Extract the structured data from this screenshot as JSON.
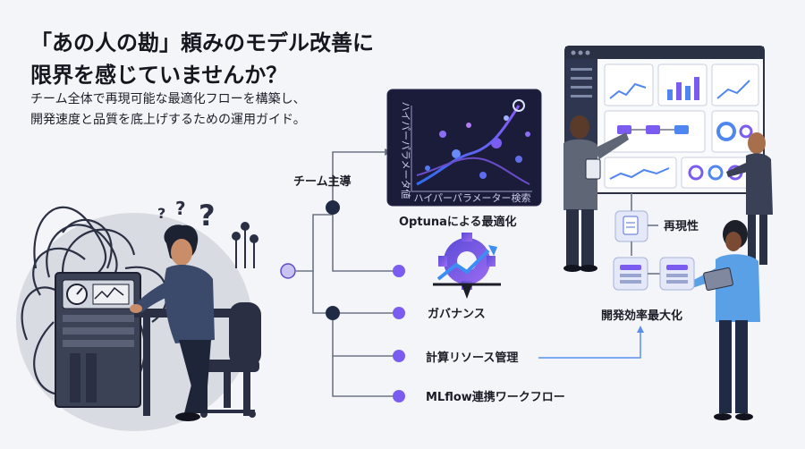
{
  "header": {
    "title_line1": "「あの人の勘」頼みのモデル改善に",
    "title_line2": "限界を感じていませんか？",
    "subtitle_line1": "チーム全体で再現可能な最適化フローを構築し、",
    "subtitle_line2": "開発速度と品質を底上げするための運用ガイド。"
  },
  "flow": {
    "team_lead_label": "チーム主導",
    "optuna_label": "Optunaによる最適化",
    "governance_label": "ガバナンス",
    "compute_label": "計算リソース管理",
    "mlflow_label": "MLflow連携ワークフロー",
    "reproducibility_label": "再現性",
    "efficiency_label": "開発効率最大化"
  },
  "optuna_panel": {
    "y_axis_label": "ハイパーパラメータ値",
    "x_axis_label": "ハイパーパラメーター検索"
  },
  "colors": {
    "accent_purple": "#7b5cf0",
    "node_navy": "#1f2a44",
    "panel_dark": "#1b1c3a",
    "line_gray": "#6d7485",
    "blue_accent": "#4f86f0"
  }
}
